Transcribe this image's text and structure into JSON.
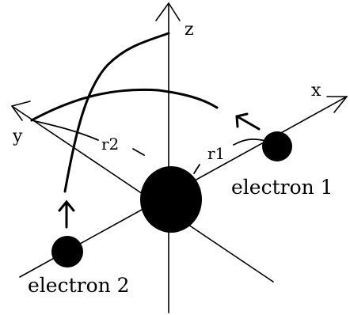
{
  "axes": {
    "x_label": "x",
    "y_label": "y",
    "z_label": "z"
  },
  "labels": {
    "r1": "r1",
    "r2": "r2",
    "electron1": "electron 1",
    "electron2": "electron 2"
  },
  "colors": {
    "ink": "#000000",
    "background": "#ffffff"
  }
}
